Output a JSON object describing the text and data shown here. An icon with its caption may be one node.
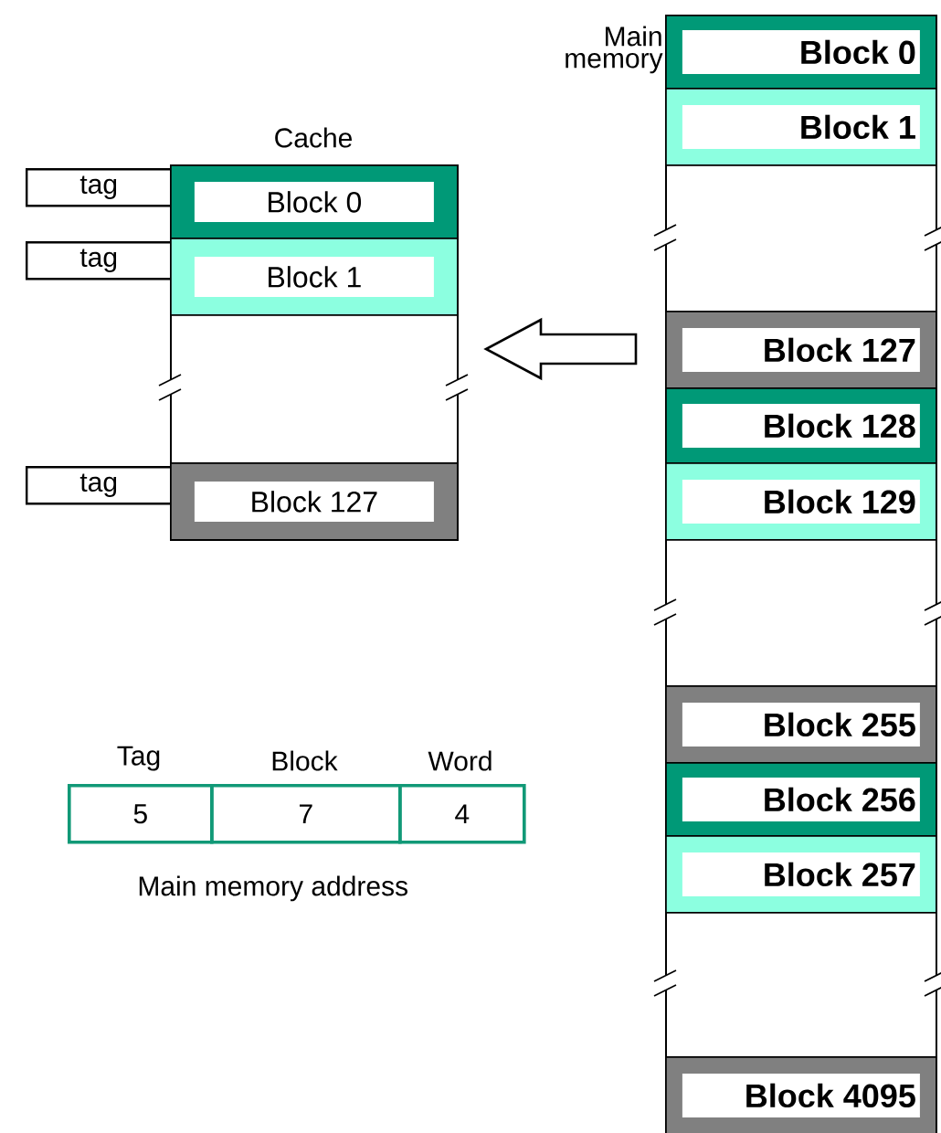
{
  "diagram": {
    "nodes": [
      {
        "text": [
          "Cache"
        ]
      },
      {
        "text": [
          "tag"
        ]
      },
      {
        "text": [
          "Block 0"
        ],
        "in": 0
      },
      {
        "text": [
          "tag"
        ]
      },
      {
        "text": [
          "Block 1"
        ],
        "in": 0
      },
      {
        "text": [
          "tag"
        ]
      },
      {
        "text": [
          "Block 127"
        ],
        "in": 0
      },
      {
        "text": [
          "Main memory"
        ]
      },
      {
        "text": [
          "Block 0"
        ],
        "in": 7
      },
      {
        "text": [
          "Block 1"
        ],
        "in": 7
      },
      {
        "text": [
          "Block 127"
        ],
        "in": 7
      },
      {
        "text": [
          "Block 128"
        ],
        "in": 7
      },
      {
        "text": [
          "Block 129"
        ],
        "in": 7
      },
      {
        "text": [
          "Block 255"
        ],
        "in": 7
      },
      {
        "text": [
          "Block 256"
        ],
        "in": 7
      },
      {
        "text": [
          "Block 257"
        ],
        "in": 7
      },
      {
        "text": [
          "Block 4095"
        ],
        "in": 7
      },
      {
        "text": [
          "Tag",
          "5"
        ]
      },
      {
        "text": [
          "Block",
          "7"
        ]
      },
      {
        "text": [
          "Word",
          "4"
        ]
      }
    ],
    "edges": [
      {
        "from": 7,
        "to": 0,
        "arrow": "to"
      }
    ],
    "labels": [
      "Main memory address"
    ]
  }
}
